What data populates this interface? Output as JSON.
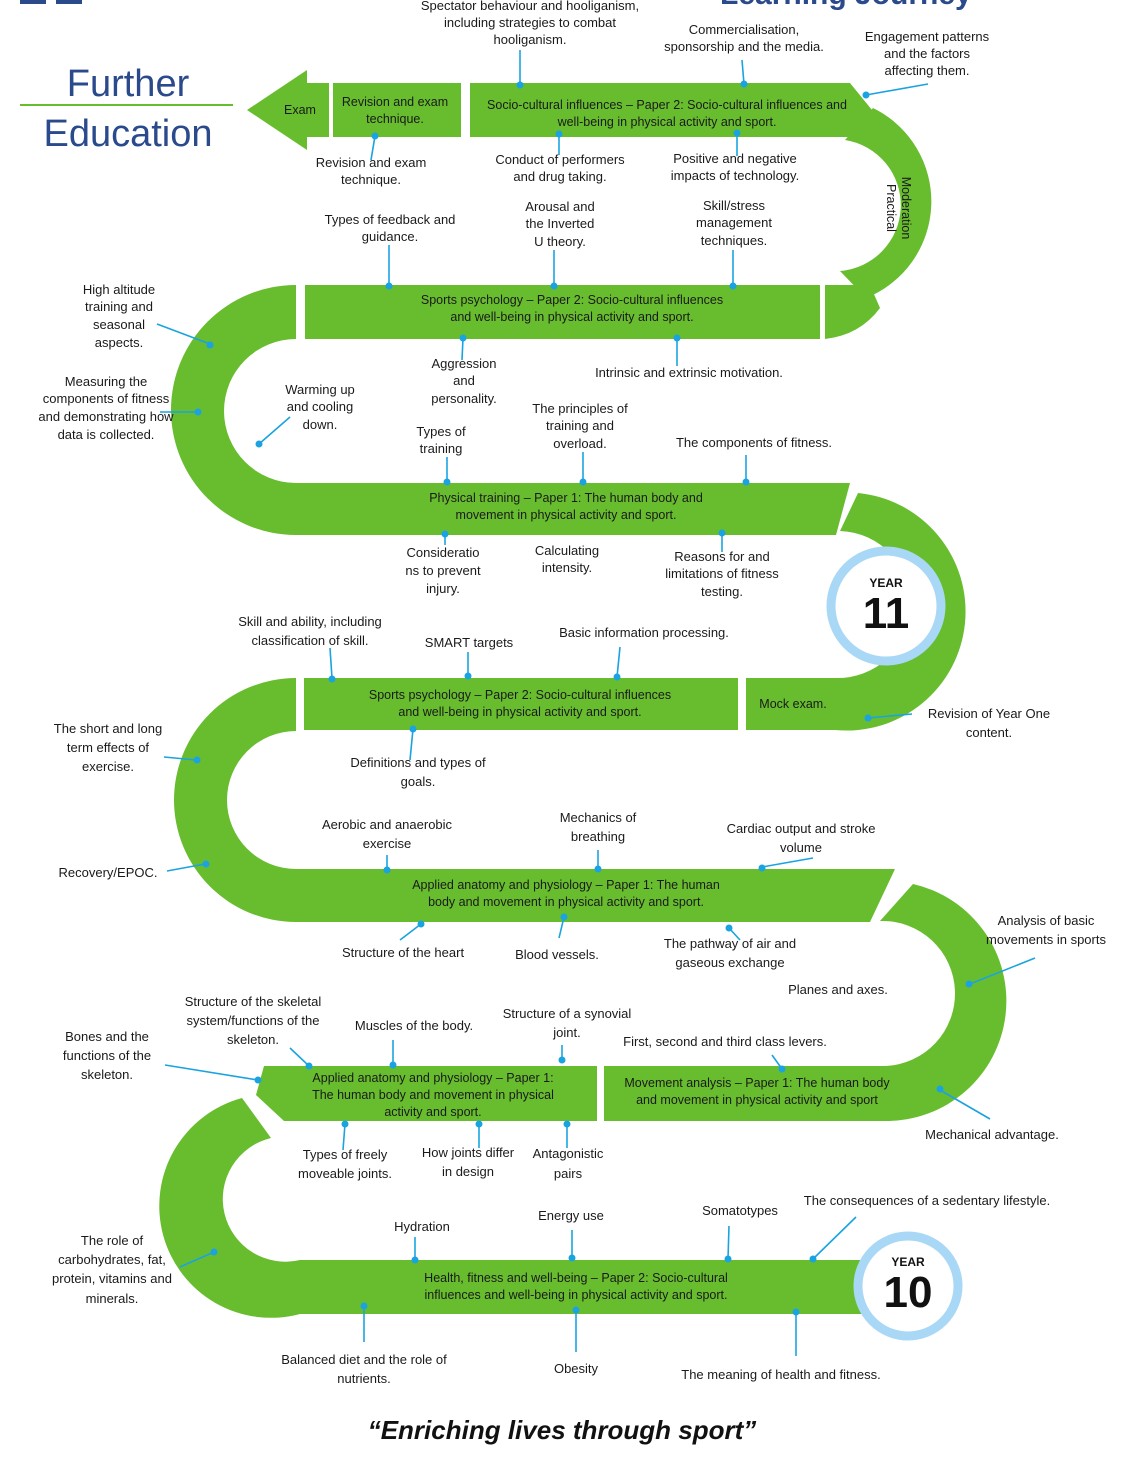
{
  "header": {
    "fragment_left": "",
    "fragment_right": "Learning Journey"
  },
  "further_education": {
    "line1": "Further",
    "line2": "Education"
  },
  "bands": {
    "exam": "Exam",
    "revision": [
      "Revision and exam",
      "technique."
    ],
    "soc_top": [
      "Socio-cultural influences – Paper 2: Socio-cultural influences and",
      "well-being in physical activity and sport."
    ],
    "practical": [
      "Practical",
      "Moderation"
    ],
    "sports_psych_y11": [
      "Sports psychology – Paper 2: Socio-cultural influences",
      "and well-being in physical activity and sport."
    ],
    "physical_training": [
      "Physical training – Paper 1: The human body and",
      "movement in physical activity and sport."
    ],
    "sports_psych_y10": [
      "Sports psychology – Paper 2: Socio-cultural influences",
      "and well-being in physical activity and sport."
    ],
    "mock": "Mock exam.",
    "anatomy_mid": [
      "Applied anatomy and physiology – Paper 1: The human",
      "body and movement in physical activity and sport."
    ],
    "anatomy_low": [
      "Applied anatomy and physiology – Paper 1:",
      "The human body and movement in physical",
      "activity and sport."
    ],
    "movement": [
      "Movement analysis – Paper 1: The human body",
      "and movement in physical activity and sport"
    ],
    "health": [
      "Health, fitness and well-being – Paper 2: Socio-cultural",
      "influences and well-being in physical activity and sport."
    ]
  },
  "years": {
    "y11": {
      "label": "YEAR",
      "num": "11"
    },
    "y10": {
      "label": "YEAR",
      "num": "10"
    }
  },
  "labels": {
    "spectator": [
      "Spectator behaviour and hooliganism,",
      "including strategies to combat",
      "hooliganism."
    ],
    "commercial": [
      "Commercialisation,",
      "sponsorship and the media."
    ],
    "engagement": [
      "Engagement patterns",
      "and the factors",
      "affecting them."
    ],
    "revision_below": [
      "Revision and exam",
      "technique."
    ],
    "conduct": [
      "Conduct of performers",
      "and drug taking."
    ],
    "technology": [
      "Positive and negative",
      "impacts of technology."
    ],
    "feedback": [
      "Types of feedback and",
      "guidance."
    ],
    "arousal": [
      "Arousal and",
      "the Inverted",
      "U theory."
    ],
    "stress": [
      "Skill/stress",
      "management",
      "techniques."
    ],
    "altitude": [
      "High altitude",
      "training and",
      "seasonal",
      "aspects."
    ],
    "measuring": [
      "Measuring the",
      "components of fitness",
      "and demonstrating how",
      "data is collected."
    ],
    "warming": [
      "Warming up",
      "and cooling",
      "down."
    ],
    "aggression": [
      "Aggression",
      "and",
      "personality."
    ],
    "motivation": [
      "Intrinsic and extrinsic motivation."
    ],
    "types_training": [
      "Types of",
      "training"
    ],
    "principles": [
      "The principles of",
      "training and",
      "overload."
    ],
    "components": [
      "The components  of fitness."
    ],
    "injury": [
      "Consideratio",
      "ns to prevent",
      "injury."
    ],
    "intensity": [
      "Calculating",
      "intensity."
    ],
    "fitness_testing": [
      "Reasons for and",
      "limitations of fitness",
      "testing."
    ],
    "skill_ability": [
      "Skill and ability, including",
      "classification of skill."
    ],
    "smart": [
      "SMART targets"
    ],
    "info_processing": [
      "Basic information processing."
    ],
    "revision_y1": [
      "Revision of Year One",
      "content."
    ],
    "short_long": [
      "The short and long",
      "term effects of",
      "exercise."
    ],
    "goals": [
      "Definitions and types of",
      "goals."
    ],
    "aerobic": [
      "Aerobic  and anaerobic",
      "exercise"
    ],
    "breathing": [
      "Mechanics of",
      "breathing"
    ],
    "cardiac": [
      "Cardiac output  and stroke",
      "volume"
    ],
    "recovery": [
      "Recovery/EPOC."
    ],
    "heart": [
      "Structure  of the heart"
    ],
    "vessels": [
      "Blood vessels."
    ],
    "pathway": [
      "The pathway of air and",
      "gaseous exchange"
    ],
    "analysis": [
      "Analysis of basic",
      "movements  in sports"
    ],
    "planes": [
      "Planes and axes."
    ],
    "skeletal": [
      "Structure  of the skeletal",
      "system/functions of the",
      "skeleton."
    ],
    "muscles": [
      "Muscles of the body."
    ],
    "synovial": [
      "Structure  of a synovial",
      "joint."
    ],
    "levers": [
      "First, second and third class levers."
    ],
    "bones": [
      "Bones and the",
      "functions of the",
      "skeleton."
    ],
    "mechanical": [
      "Mechanical advantage."
    ],
    "freely": [
      "Types of freely",
      "moveable joints."
    ],
    "joints_differ": [
      "How joints differ",
      "in design"
    ],
    "antagonistic": [
      "Antagonistic",
      "pairs"
    ],
    "hydration": [
      "Hydration"
    ],
    "energy": [
      "Energy use"
    ],
    "somatotypes": [
      "Somatotypes"
    ],
    "sedentary": [
      "The consequences of a sedentary lifestyle."
    ],
    "nutrition": [
      "The role of",
      "carbohydrates, fat,",
      "protein, vitamins and",
      "minerals."
    ],
    "balanced": [
      "Balanced diet and the role of",
      "nutrients."
    ],
    "obesity": [
      "Obesity"
    ],
    "meaning": [
      "The meaning of health and fitness."
    ]
  },
  "footer": {
    "quote": "“Enriching lives through sport”"
  },
  "colors": {
    "green": "#68bd2f",
    "ring": "#a8d8f5",
    "connector": "#1aa3e0",
    "title_blue": "#2a4a8c"
  }
}
